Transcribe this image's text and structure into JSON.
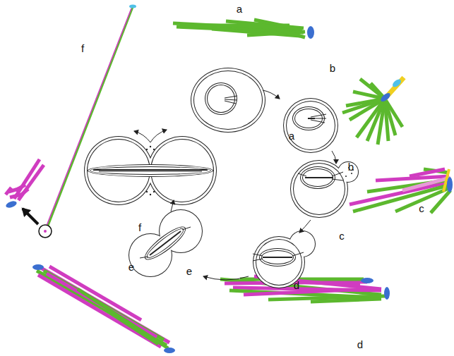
{
  "diagram": {
    "labels": [
      "a",
      "b",
      "c",
      "d",
      "e",
      "f",
      "a",
      "b",
      "c",
      "d",
      "e",
      "f"
    ]
  }
}
